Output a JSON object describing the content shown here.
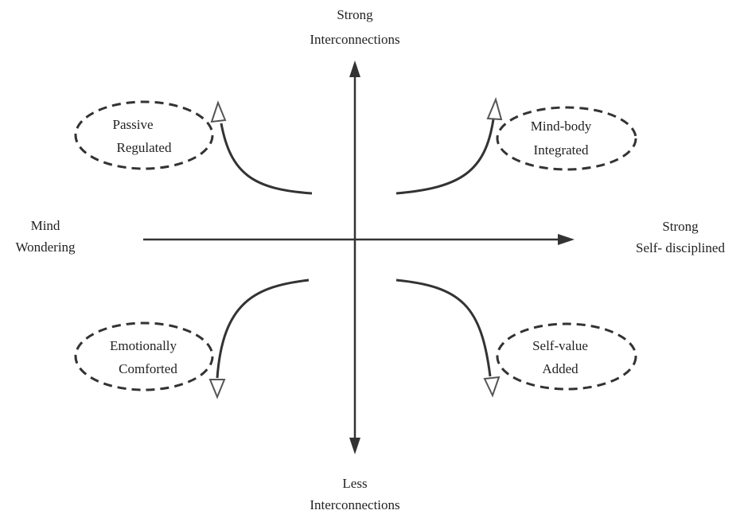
{
  "axes": {
    "top": {
      "line1": "Strong",
      "line2": "Interconnections"
    },
    "bottom": {
      "line1": "Less",
      "line2": "Interconnections"
    },
    "left": {
      "line1": "Mind",
      "line2": "Wondering"
    },
    "right": {
      "line1": "Strong",
      "line2": "Self- disciplined"
    }
  },
  "quadrants": {
    "top_left": {
      "line1": "Passive",
      "line2": "Regulated"
    },
    "top_right": {
      "line1": "Mind-body",
      "line2": "Integrated"
    },
    "bottom_left": {
      "line1": "Emotionally",
      "line2": "Comforted"
    },
    "bottom_right": {
      "line1": "Self-value",
      "line2": "Added"
    }
  },
  "colors": {
    "line": "#333333",
    "text": "#222222",
    "hollow_arrow_fill": "#ffffff"
  }
}
